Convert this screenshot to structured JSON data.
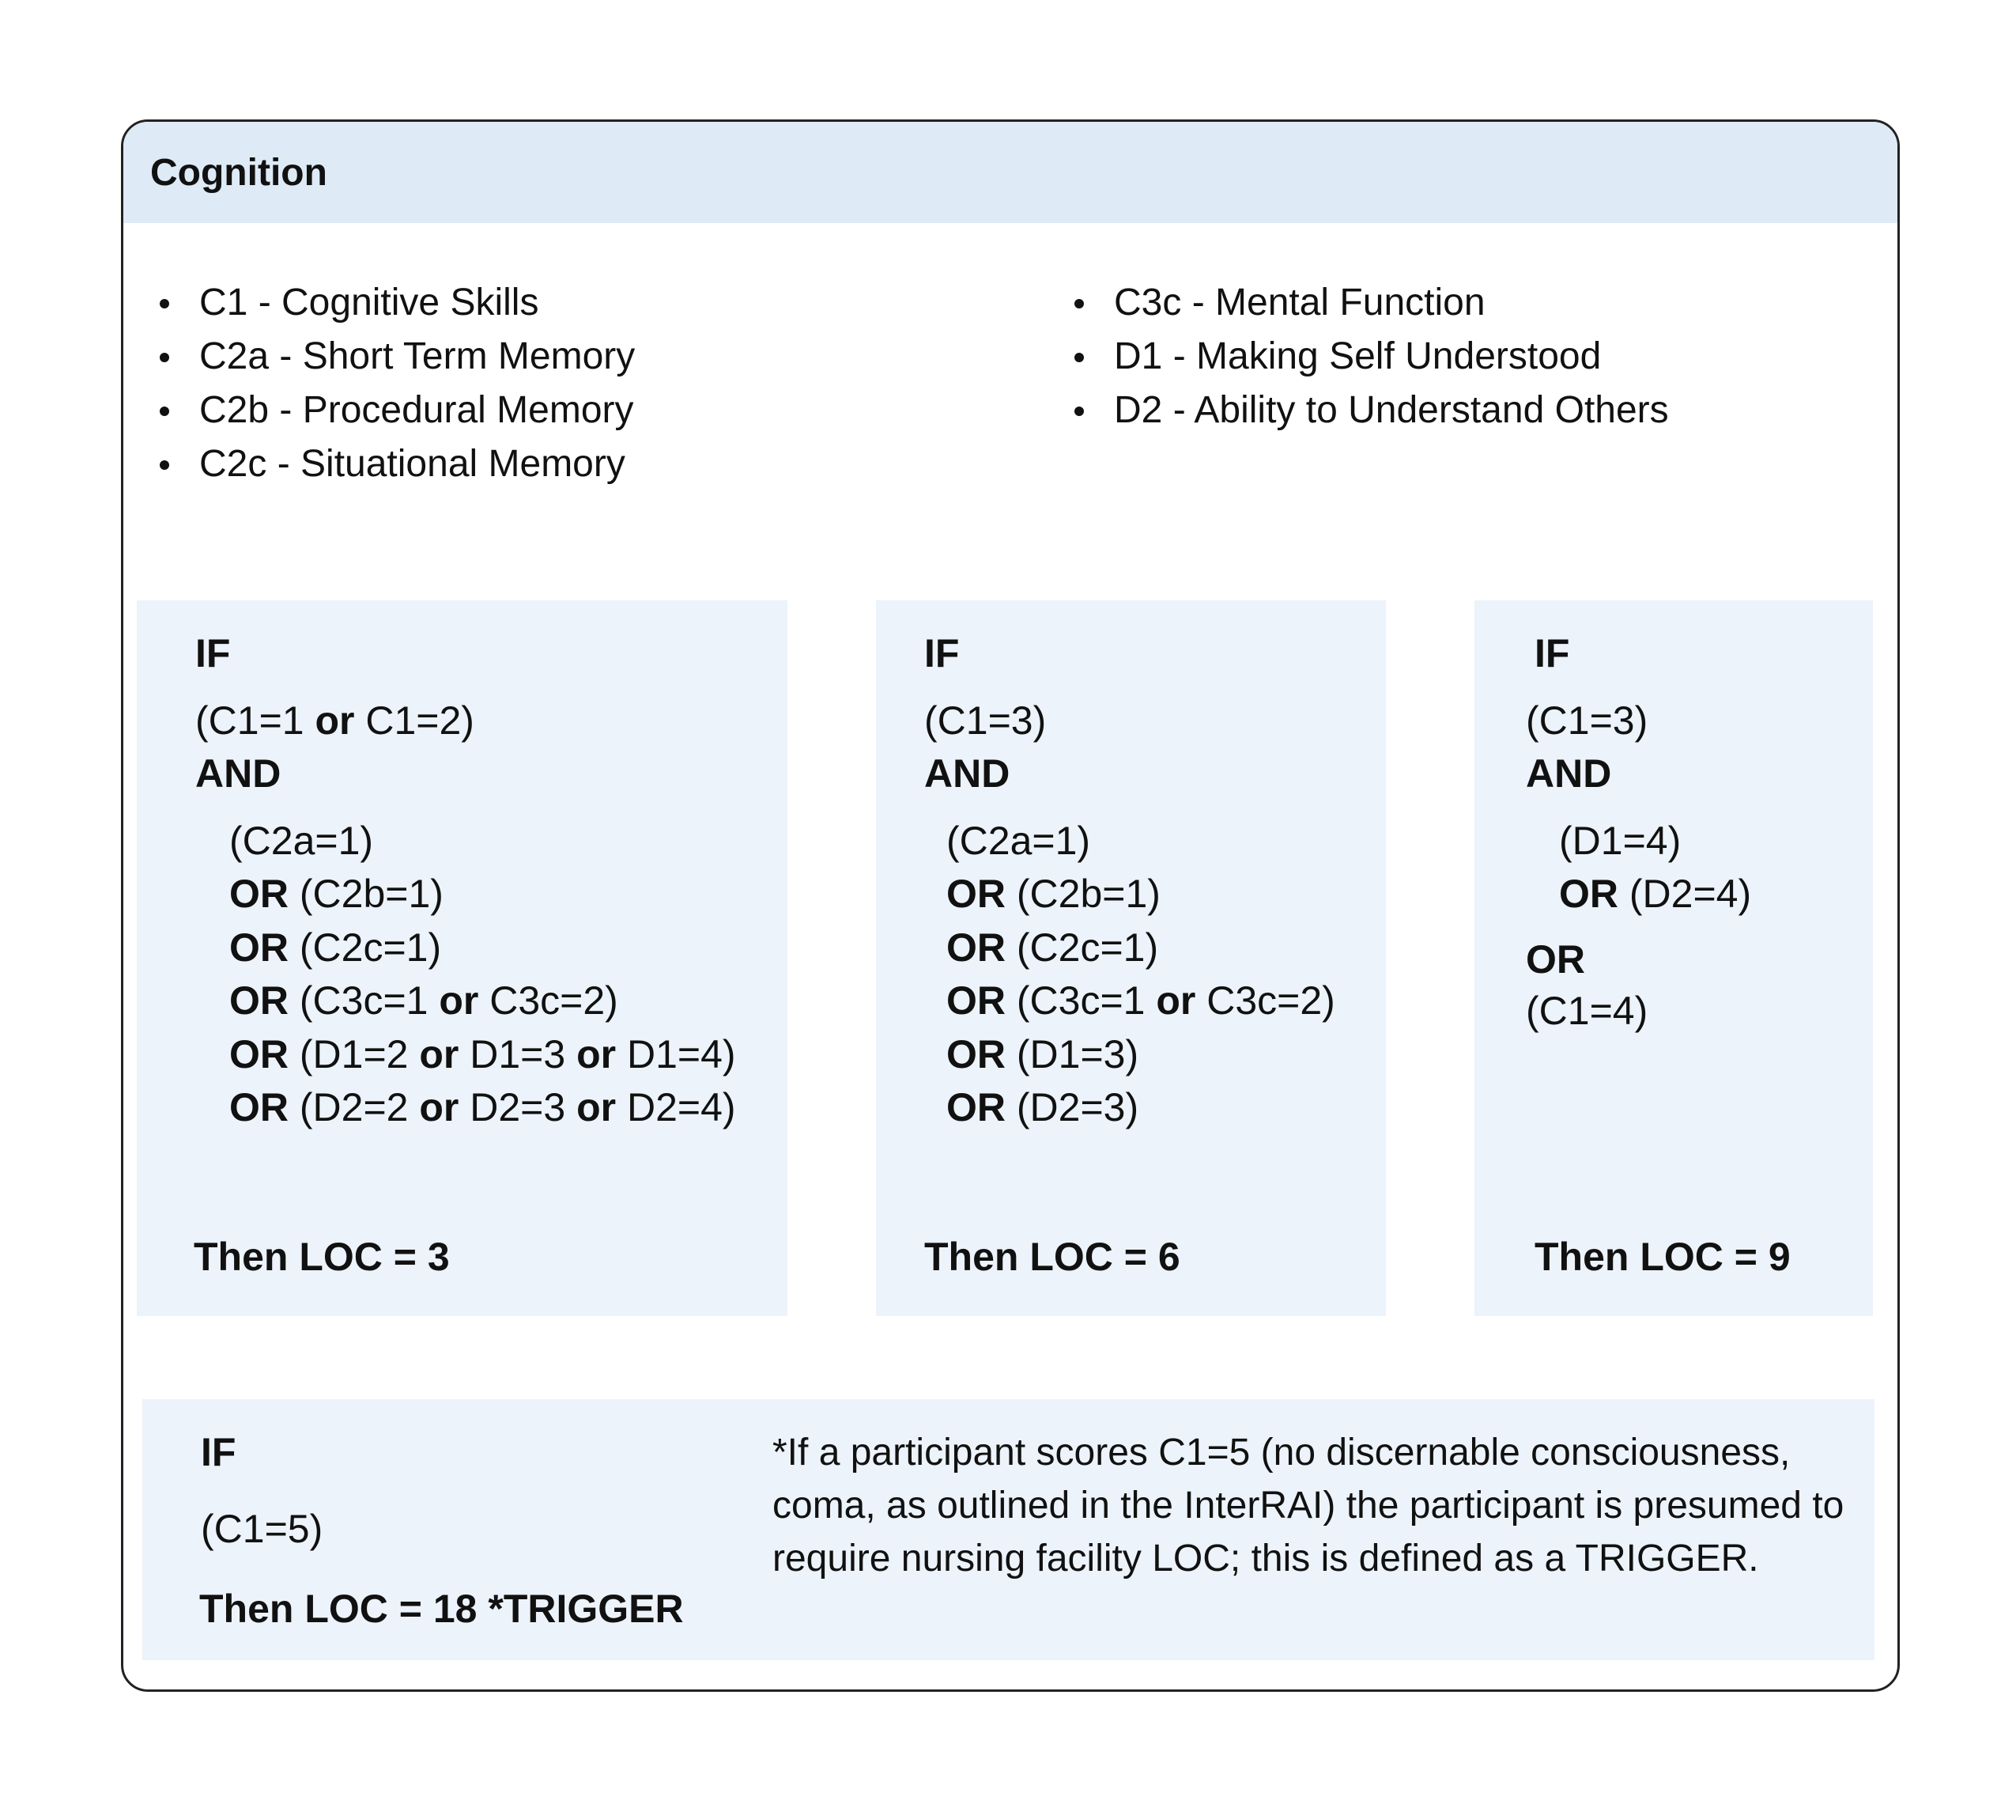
{
  "title": "Cognition",
  "items_left": [
    "C1 - Cognitive Skills",
    "C2a - Short Term Memory",
    "C2b - Procedural Memory",
    "C2c - Situational Memory"
  ],
  "items_right": [
    "C3c - Mental Function",
    "D1 - Making Self Understood",
    "D2 - Ability to Understand Others"
  ],
  "kw": {
    "if": "IF",
    "and": "AND",
    "or_upper": "OR",
    "or_lower": "or"
  },
  "rule1": {
    "c1a": "(C1=1 ",
    "c1b": " C1=2)",
    "c2a": "(C2a=1)",
    "c2b": " (C2b=1)",
    "c2c": " (C2c=1)",
    "c3a": " (C3c=1 ",
    "c3b": " C3c=2)",
    "d1a": " (D1=2 ",
    "d1b": " D1=3 ",
    "d1c": " D1=4)",
    "d2a": " (D2=2 ",
    "d2b": " D2=3 ",
    "d2c": " D2=4)",
    "then": "Then LOC = 3"
  },
  "rule2": {
    "c1": "(C1=3)",
    "c2a": "(C2a=1)",
    "c2b": " (C2b=1)",
    "c2c": " (C2c=1)",
    "c3a": " (C3c=1 ",
    "c3b": " C3c=2)",
    "d1": " (D1=3)",
    "d2": " (D2=3)",
    "then": "Then LOC = 6"
  },
  "rule3": {
    "c1": "(C1=3)",
    "d1": "(D1=4)",
    "d2": " (D2=4)",
    "c1b": "(C1=4)",
    "then": "Then LOC = 9"
  },
  "rule4": {
    "c1": "(C1=5)",
    "then": "Then LOC = 18 *TRIGGER"
  },
  "note": "*If a participant scores C1=5 (no discernable consciousness, coma, as outlined in the InterRAI) the participant is presumed to require nursing facility LOC; this is defined as a TRIGGER."
}
